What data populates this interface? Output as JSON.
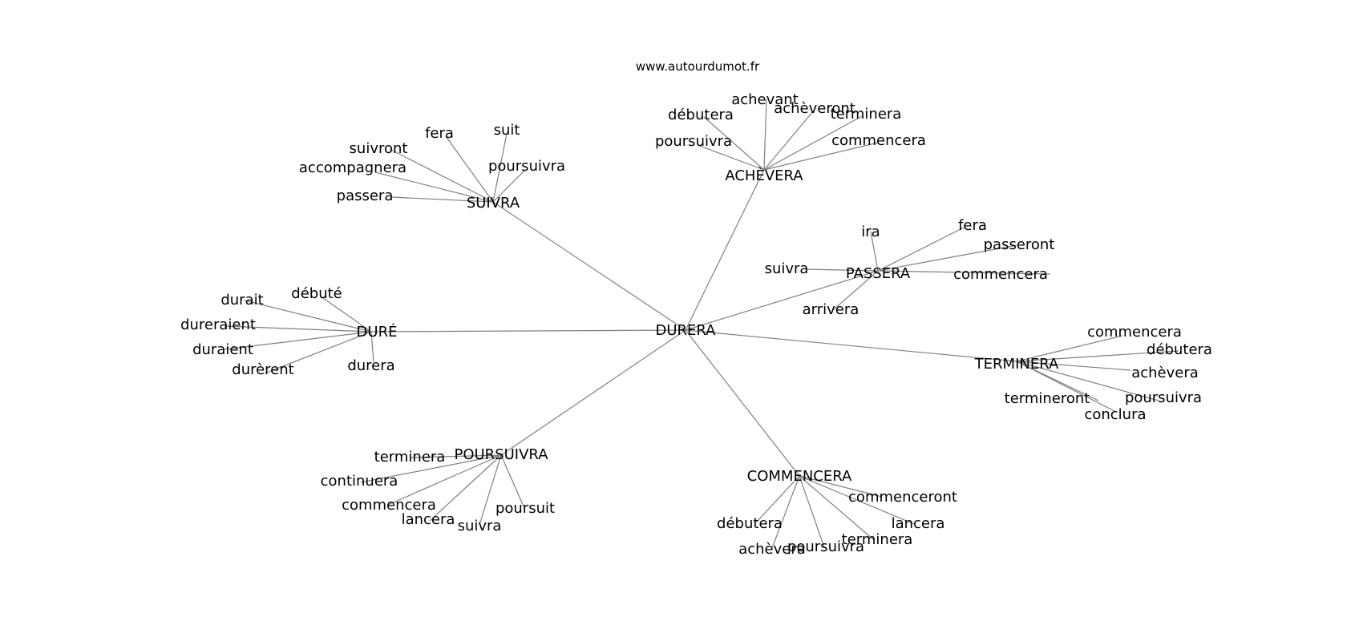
{
  "source": "www.autourdumot.fr",
  "root": "DURERA",
  "hubs": [
    {
      "id": "suivra",
      "label": "SUIVRA",
      "leaves": [
        "passera",
        "accompagnera",
        "suivront",
        "fera",
        "suit",
        "poursuivra"
      ]
    },
    {
      "id": "achevera",
      "label": "ACHÈVERA",
      "leaves": [
        "poursuivra",
        "débutera",
        "achevant",
        "achèveront",
        "terminera",
        "commencera"
      ]
    },
    {
      "id": "passera",
      "label": "PASSERA",
      "leaves": [
        "suivra",
        "ira",
        "fera",
        "passeront",
        "commencera",
        "arrivera"
      ]
    },
    {
      "id": "dure",
      "label": "DURÉ",
      "leaves": [
        "durait",
        "débuté",
        "dureraient",
        "duraient",
        "durèrent",
        "durera"
      ]
    },
    {
      "id": "terminera",
      "label": "TERMINERA",
      "leaves": [
        "commencera",
        "débutera",
        "achèvera",
        "poursuivra",
        "termineront",
        "conclura"
      ]
    },
    {
      "id": "poursuivra",
      "label": "POURSUIVRA",
      "leaves": [
        "terminera",
        "continuera",
        "commencera",
        "lancera",
        "suivra",
        "poursuit"
      ]
    },
    {
      "id": "commencera",
      "label": "COMMENCERA",
      "leaves": [
        "débutera",
        "achèvera",
        "poursuivra",
        "terminera",
        "lancera",
        "commenceront"
      ]
    }
  ]
}
